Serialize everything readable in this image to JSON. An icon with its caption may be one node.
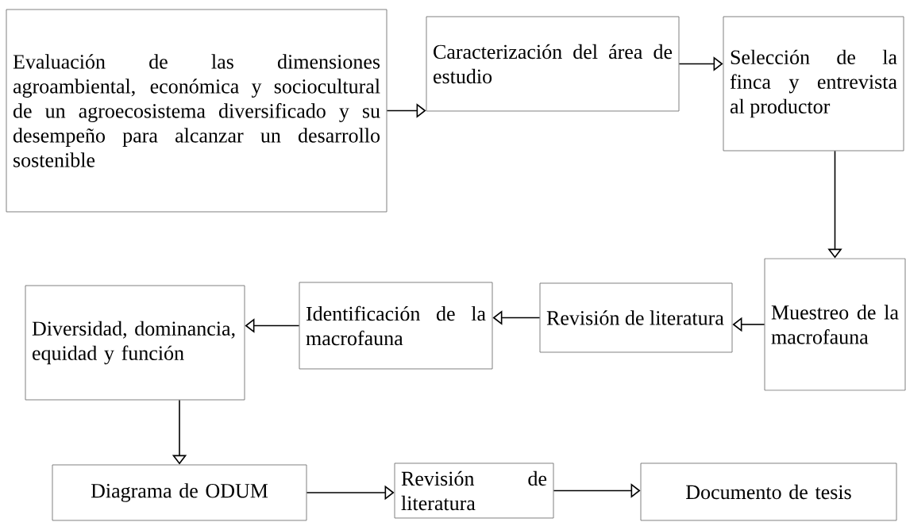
{
  "diagram": {
    "nodes": [
      {
        "text": [
          "Evaluación de las dimensiones agroambiental, económica y sociocultural de un agroecosistema diversificado y su desempeño para alcanzar un desarrollo sostenible"
        ]
      },
      {
        "text": [
          "Caracterización del área de estudio"
        ]
      },
      {
        "text": [
          "Selección de la finca y entrevista al productor"
        ]
      },
      {
        "text": [
          "Muestreo de la macrofauna"
        ]
      },
      {
        "text": [
          "Revisión de literatura"
        ]
      },
      {
        "text": [
          "Identificación de la macrofauna"
        ]
      },
      {
        "text": [
          "Diversidad, dominancia, equidad y función"
        ]
      },
      {
        "text": [
          "Diagrama de ODUM"
        ]
      },
      {
        "text": [
          "Revisión de literatura"
        ]
      },
      {
        "text": [
          "Documento de tesis"
        ]
      }
    ],
    "edges": [
      {
        "from": 0,
        "to": 1,
        "arrow": "to"
      },
      {
        "from": 1,
        "to": 2,
        "arrow": "to"
      },
      {
        "from": 2,
        "to": 3,
        "arrow": "to"
      },
      {
        "from": 3,
        "to": 4,
        "arrow": "to"
      },
      {
        "from": 4,
        "to": 5,
        "arrow": "to"
      },
      {
        "from": 5,
        "to": 6,
        "arrow": "to"
      },
      {
        "from": 6,
        "to": 7,
        "arrow": "to"
      },
      {
        "from": 7,
        "to": 8,
        "arrow": "to"
      },
      {
        "from": 8,
        "to": 9,
        "arrow": "to"
      }
    ]
  }
}
